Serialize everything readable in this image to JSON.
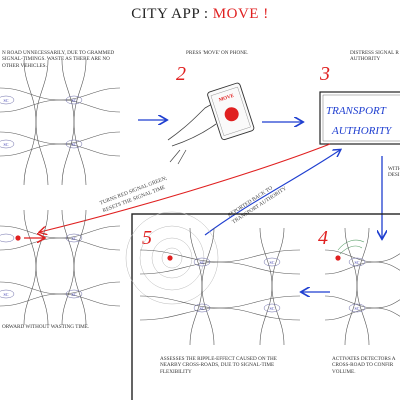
{
  "title": {
    "main": "CITY APP : ",
    "accent": "MOVE !"
  },
  "steps": {
    "s2": "2",
    "s3": "3",
    "s4": "4",
    "s5": "5"
  },
  "captions": {
    "c1": "N ROAD UNNECESSARILY, DUE TO GRAMMED SIGNAL-TIMINGS. WASTE AS THERE ARE NO OTHER VEHICLES.",
    "c2": "PRESS 'MOVE' ON PHONE.",
    "c3": "DISTRESS SIGNAL R AUTHORITY",
    "c4": "ORWARD WITHOUT WASTING TIME.",
    "c5": "ASSESSES THE RIPPLE-EFFECT CAUSED ON THE NEARBY CROSS-ROADS, DUE TO SIGNAL-TIME FLEXIBILITY",
    "c6": "ACTIVATES DETECTORS A CROSS-ROAD TO CONFIR VOLUME.",
    "with": "WITH DESI"
  },
  "arrow_labels": {
    "red": "TURNS RED SIGNAL GREEN; RESETS THE SIGNAL TIME",
    "blue": "REPORTED BACK TO TRANSPORT AUTHORITY"
  },
  "authority": {
    "line1": "TRANSPORT",
    "line2": "AUTHORITY"
  },
  "phone_label": "MOVE",
  "junction_label": "SC",
  "colors": {
    "red": "#e02020",
    "blue": "#1f3fd0",
    "ink": "#333333"
  }
}
